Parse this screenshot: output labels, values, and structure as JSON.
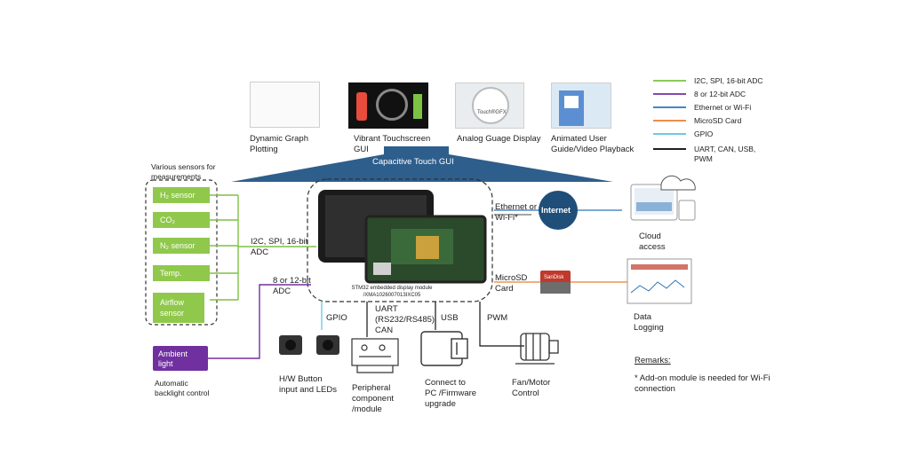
{
  "gui": {
    "banner": "Capacitive Touch GUI",
    "items": [
      {
        "label": "Dynamic Graph Plotting"
      },
      {
        "label": "Vibrant Touchscreen GUI"
      },
      {
        "label": "Analog Guage Display"
      },
      {
        "label": "Animated User Guide/Video Playback"
      }
    ],
    "gauge_text": "Touch®GFX"
  },
  "sensors": {
    "group_title": "Various sensors for measurements",
    "items": [
      "H₂ sensor",
      "CO₂",
      "N₂ sensor",
      "Temp.",
      "Airflow sensor"
    ],
    "bus_label": "I2C, SPI, 16-bit ADC"
  },
  "ambient": {
    "label": "Ambient light",
    "caption": "Automatic backlight control",
    "bus_label": "8 or 12-bit ADC"
  },
  "module": {
    "caption_line1": "STM32 embedded display module",
    "caption_line2": "/XMA1026007013IXC05"
  },
  "right": {
    "ethernet_label": "Ethernet or Wi-Fi*",
    "internet": "Internet",
    "cloud": "Cloud access",
    "microsd_label": "MicroSD Card",
    "sd_brand": "SanDisk",
    "logging": "Data Logging"
  },
  "bottom": {
    "gpio": "GPIO",
    "uart": "UART (RS232/RS485) CAN",
    "usb": "USB",
    "pwm": "PWM",
    "hw_button": "H/W Button input and LEDs",
    "peripheral": "Peripheral component /module",
    "pc": "Connect to PC /Firmware upgrade",
    "fan": "Fan/Motor Control"
  },
  "legend": [
    {
      "label": "I2C, SPI, 16-bit ADC",
      "color": "#7dc242"
    },
    {
      "label": "8 or 12-bit ADC",
      "color": "#7030a0"
    },
    {
      "label": "Ethernet or Wi-Fi",
      "color": "#2e75b6"
    },
    {
      "label": "MicroSD Card",
      "color": "#ed7d31"
    },
    {
      "label": "GPIO",
      "color": "#5bc0de"
    },
    {
      "label": "UART, CAN, USB, PWM",
      "color": "#000000"
    }
  ],
  "remarks": {
    "title": "Remarks:",
    "note": "* Add-on module is needed for Wi-Fi connection"
  },
  "colors": {
    "green": "#7dc242",
    "purple": "#7030a0",
    "navy": "#1f4e79",
    "banner": "#2e5e8c",
    "orange": "#ed7d31"
  }
}
